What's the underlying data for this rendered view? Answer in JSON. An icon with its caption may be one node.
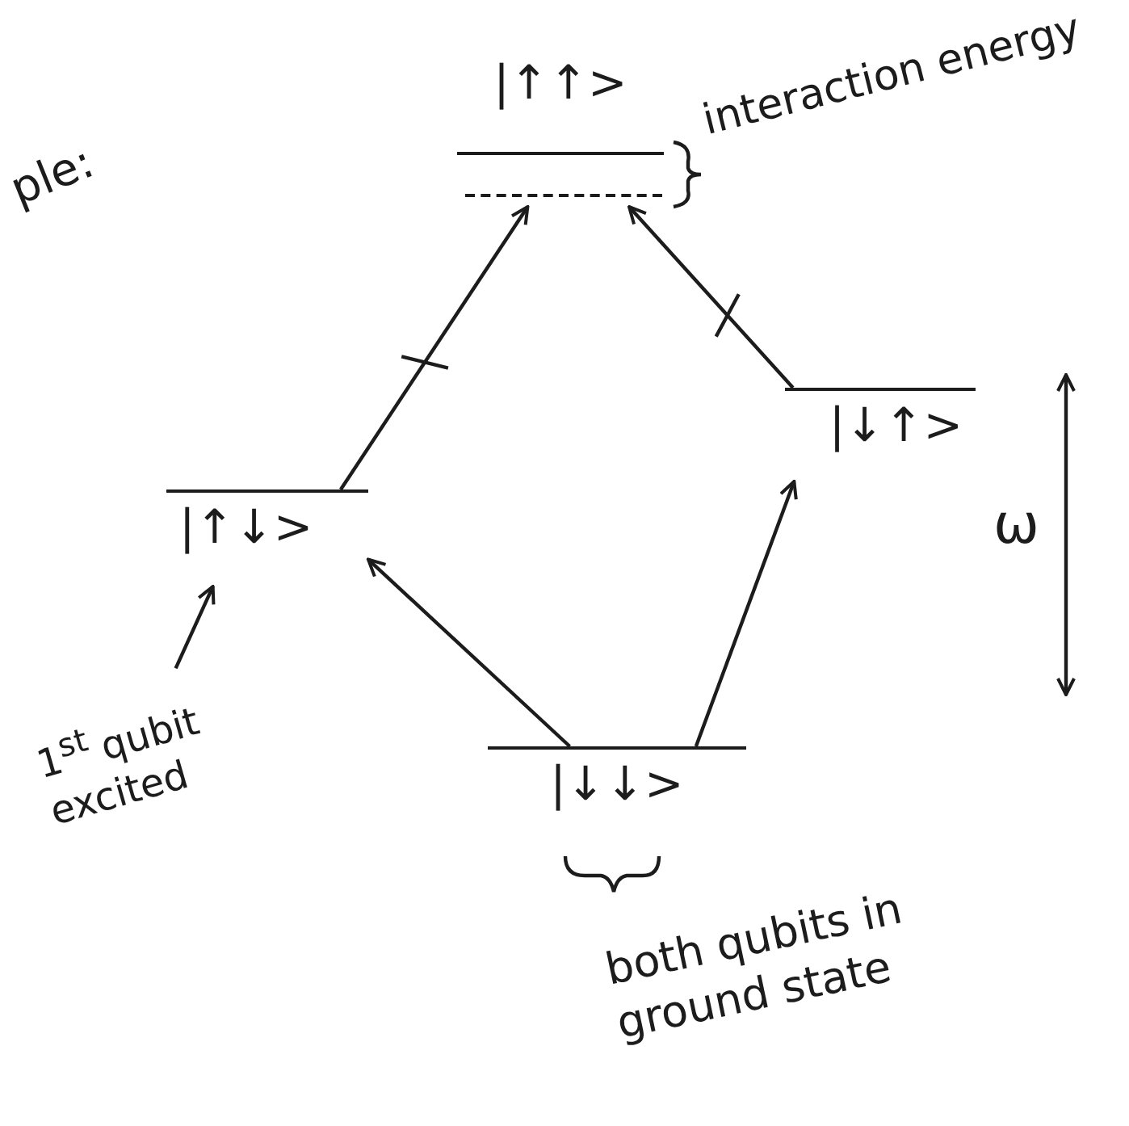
{
  "diagram": {
    "nodes": [
      {
        "text": [
          "|↑↑>"
        ],
        "beside": [
          "interaction energy"
        ]
      },
      {
        "text": [],
        "shape": "bar"
      },
      {
        "text": [
          "|↑↓>"
        ]
      },
      {
        "text": [
          "|↓↑>"
        ]
      },
      {
        "text": [
          "|↓↓>"
        ],
        "beside": [
          "both qubits in ground state"
        ]
      },
      {
        "text": [
          "1$^{st}$ qubit excited"
        ]
      }
    ],
    "edges": [
      {
        "from": 4,
        "to": 2,
        "arrow": "to"
      },
      {
        "from": 4,
        "to": 3,
        "arrow": "to"
      },
      {
        "from": 2,
        "to": 1,
        "arrow": "to"
      },
      {
        "from": 3,
        "to": 1,
        "arrow": "to"
      },
      {
        "from": 5,
        "to": 2,
        "arrow": "to"
      }
    ],
    "labels": [
      "ple:",
      "ω"
    ]
  }
}
